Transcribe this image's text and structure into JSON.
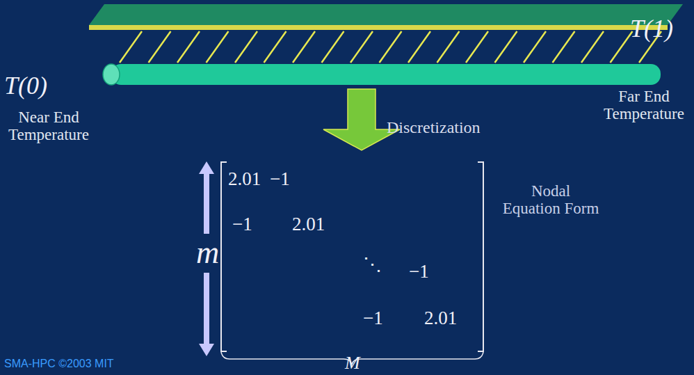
{
  "diagram": {
    "labels": [
      "T(0)",
      "Near End Temperature",
      "Discretization",
      "T(1)",
      "Far End Temperature",
      "2.01",
      "−1",
      "−1",
      "2.01",
      "⋱",
      "−1",
      "−1",
      "2.01",
      "m",
      "Nodal Equation Form",
      "M",
      "SMA-HPC ©2003 MIT"
    ]
  }
}
